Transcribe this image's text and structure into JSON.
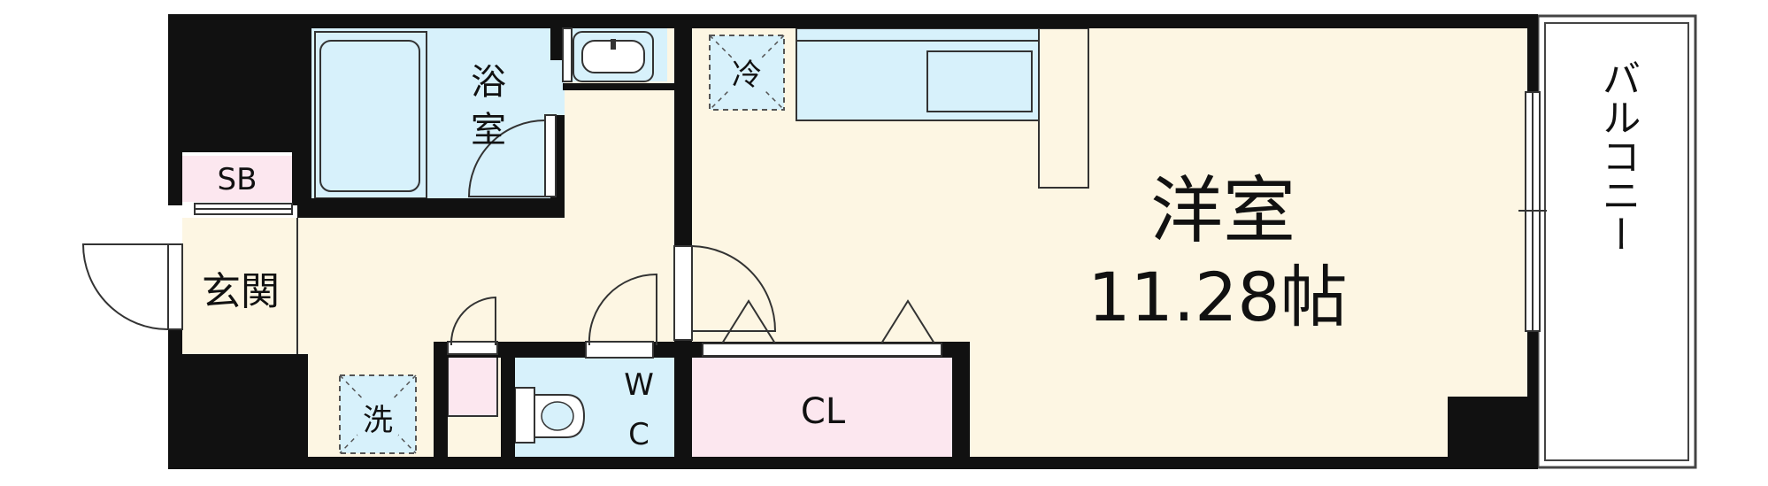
{
  "rooms": {
    "western_room": {
      "name": "洋室",
      "size": "11.28帖"
    },
    "bath": {
      "line1": "浴",
      "line2": "室"
    },
    "shoe_box": "SB",
    "entrance": "玄関",
    "washer": "洗",
    "fridge": "冷",
    "toilet": {
      "line1": "W",
      "line2": "C"
    },
    "closet": "CL",
    "balcony": "バルコニー"
  },
  "colors": {
    "wall": "#111111",
    "floor_cream": "#fdf6e3",
    "water_blue": "#d7f1fb",
    "closet_pink": "#fce7ef",
    "outline": "#333333"
  }
}
